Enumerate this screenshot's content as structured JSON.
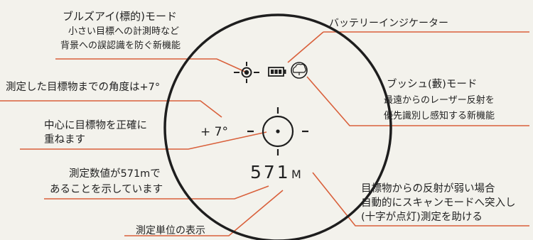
{
  "labels": {
    "bullseye_title": "ブルズアイ(標的)モード",
    "bullseye_desc1": "小さい目標への計測時など",
    "bullseye_desc2": "背景への誤認識を防ぐ新機能",
    "battery": "バッテリーインジケーター",
    "angle": "測定した目標物までの角度は+7°",
    "bush_title": "ブッシュ(藪)モード",
    "bush_desc1": "最遠からのレーザー反射を",
    "bush_desc2": "優先識別し感知する新機能",
    "center1": "中心に目標物を正確に",
    "center2": "重ねます",
    "value1": "測定数値が571mで",
    "value2": "あることを示しています",
    "scan1": "目標物からの反射が弱い場合",
    "scan2": "自動的にスキャンモードへ突入し",
    "scan3": "(十字が点灯)測定を助ける",
    "unit": "測定単位の表示"
  },
  "reticle": {
    "angle_readout": "+ 7°",
    "distance": "571",
    "unit": "M"
  },
  "colors": {
    "background": "#f3f2ec",
    "leader_line": "#d9603b",
    "reticle": "#1e1e1e"
  }
}
